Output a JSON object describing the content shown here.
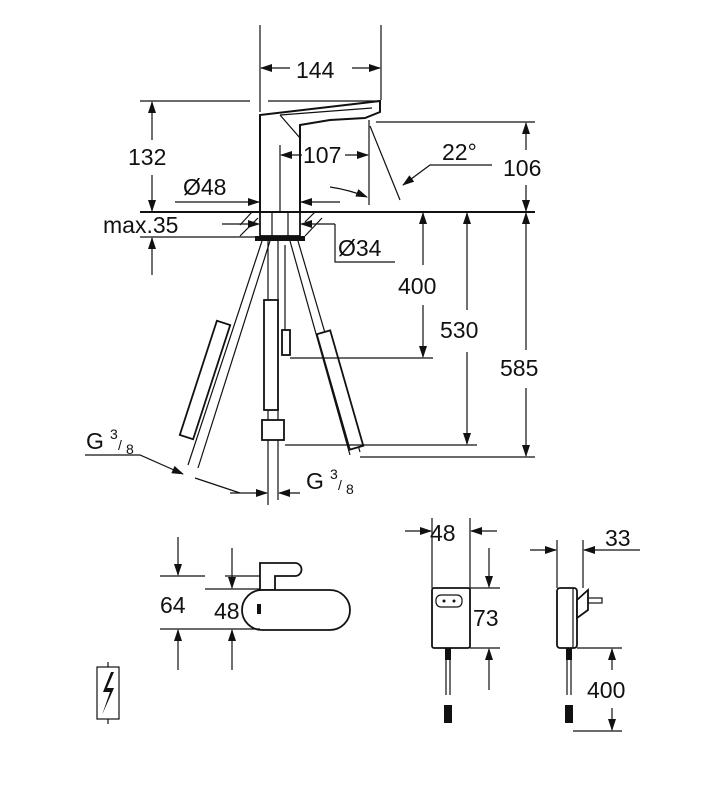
{
  "dimensions": {
    "spout_width": "144",
    "height_to_spout": "132",
    "reach": "107",
    "spray_angle": "22°",
    "outlet_height": "106",
    "base_diameter": "Ø48",
    "max_deck": "max.35",
    "hole_diameter": "Ø34",
    "cable_length": "400",
    "hose_length_center": "530",
    "hose_length_outer": "585",
    "thread_left": {
      "base": "G",
      "num": "3",
      "den": "8"
    },
    "thread_bottom": {
      "base": "G",
      "num": "3",
      "den": "8"
    },
    "sensor_height_outer": "64",
    "sensor_height_inner": "48",
    "psu_width": "48",
    "psu_height": "73",
    "psu_depth": "33",
    "psu_cable": "400"
  },
  "icons": [
    "lightning-icon"
  ]
}
